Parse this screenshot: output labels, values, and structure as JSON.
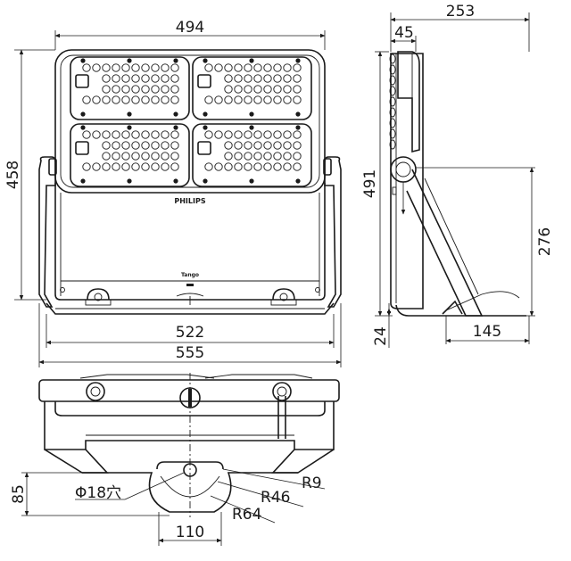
{
  "labels": {
    "front_width": "494",
    "front_height": "458",
    "base_inner": "522",
    "base_outer": "555",
    "side_depth": "253",
    "side_offset": "45",
    "side_height": "491",
    "pivot_height": "276",
    "base_thick": "24",
    "foot_len": "145",
    "bottom_85": "85",
    "hole_dia": "Φ18穴",
    "r9": "R9",
    "r46": "R46",
    "r64": "R64",
    "slot_110": "110"
  },
  "brand": "PHILIPS",
  "badge": "Tango"
}
